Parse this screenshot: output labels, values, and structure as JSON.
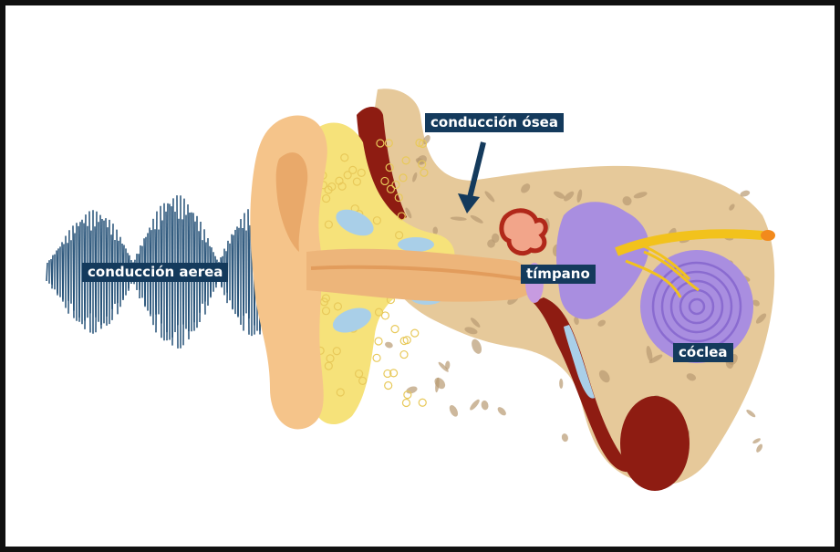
{
  "labels": {
    "air_conduction": "conducción aerea",
    "bone_conduction": "conducción ósea",
    "eardrum": "tímpano",
    "cochlea": "cóclea"
  },
  "colors": {
    "label_bg": "#143a5c",
    "label_text": "#ffffff",
    "wave": "#1c4a72",
    "outer_ear": "#f5c48a",
    "outer_ear_inner": "#e9a96a",
    "fat": "#f6e27a",
    "bone": "#e6c99a",
    "bone_spots": "#b89a72",
    "muscle": "#8e1c12",
    "cochlea": "#a98ee0",
    "cochlea_dark": "#8a6bd0",
    "nerve": "#f2c21c",
    "fluid": "#a9cfe8"
  }
}
